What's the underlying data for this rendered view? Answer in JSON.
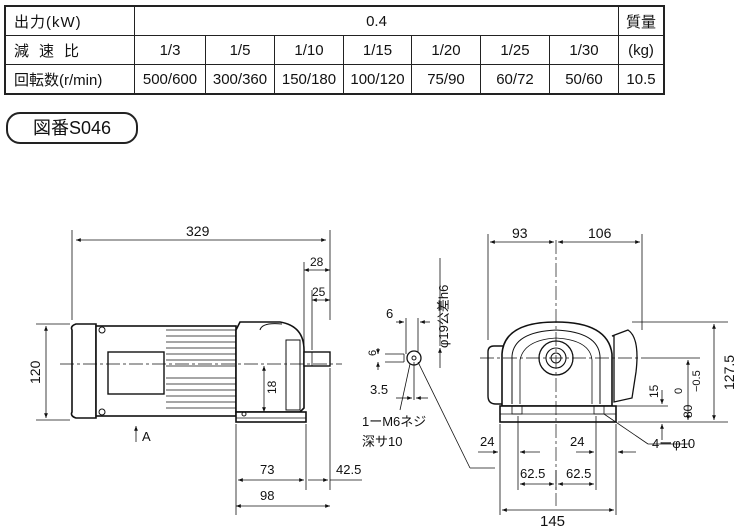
{
  "table": {
    "output_label": "出力(kW)",
    "output_value": "0.4",
    "mass_label_1": "質量",
    "mass_label_2": "(kg)",
    "ratio_label": "減速比",
    "speed_label": "回転数(r/min)",
    "ratios": [
      "1/3",
      "1/5",
      "1/10",
      "1/15",
      "1/20",
      "1/25",
      "1/30"
    ],
    "speeds": [
      "500/600",
      "300/360",
      "150/180",
      "100/120",
      "75/90",
      "60/72",
      "50/60"
    ],
    "mass_value": "10.5"
  },
  "figure_no": "図番S046",
  "dims": {
    "total_length": "329",
    "d28": "28",
    "d25": "25",
    "height": "120",
    "d18": "18",
    "d73": "73",
    "d98": "98",
    "d42_5": "42.5",
    "arrow_a": "A",
    "shaft_dia": "φ19公差h6",
    "key_w": "6",
    "key_h": "6",
    "d3_5": "3.5",
    "tap_1": "1ーM6ネジ",
    "tap_2": "深サ10",
    "d93": "93",
    "d106": "106",
    "d127_5": "127.5",
    "tol": "0",
    "tol2": "−0.5",
    "d80": "80",
    "d15": "15",
    "d24_l": "24",
    "d24_r": "24",
    "hole": "4ーφ10",
    "d62_5_l": "62.5",
    "d62_5_r": "62.5",
    "d145": "145"
  }
}
